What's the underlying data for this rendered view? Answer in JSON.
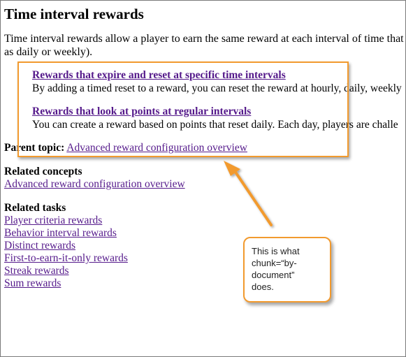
{
  "page": {
    "title": "Time interval rewards",
    "intro_line1": "Time interval rewards allow a player to earn the same reward at each interval of time that you",
    "intro_line2": "as daily or weekly)."
  },
  "children": [
    {
      "link": "Rewards that expire and reset at specific time intervals",
      "desc": "By adding a timed reset to a reward, you can reset the reward at hourly, daily, weekly"
    },
    {
      "link": "Rewards that look at points at regular intervals",
      "desc": "You can create a reward based on points that reset daily. Each day, players are challe"
    }
  ],
  "parent_topic": {
    "label": "Parent topic:",
    "link": "Advanced reward configuration overview"
  },
  "related_concepts": {
    "title": "Related concepts",
    "links": [
      "Advanced reward configuration overview"
    ]
  },
  "related_tasks": {
    "title": "Related tasks",
    "links": [
      "Player criteria rewards",
      "Behavior interval rewards",
      "Distinct rewards",
      "First-to-earn-it-only rewards",
      "Streak rewards",
      "Sum rewards"
    ]
  },
  "callout": {
    "line1": "This is what",
    "line2": "chunk=“by-",
    "line3": "document”",
    "line4": "does."
  },
  "colors": {
    "annotation": "#f29a2e",
    "link": "#551a8b"
  }
}
